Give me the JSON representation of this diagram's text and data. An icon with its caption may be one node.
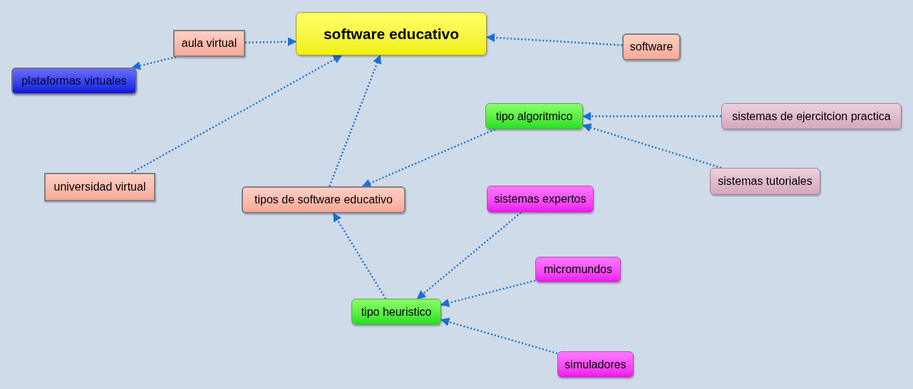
{
  "diagram": {
    "nodes": [
      {
        "text": [
          "software educativo"
        ]
      },
      {
        "text": [
          "aula virtual"
        ]
      },
      {
        "text": [
          "software"
        ]
      },
      {
        "text": [
          "plataformas virtuales"
        ]
      },
      {
        "text": [
          "tipo algoritmico"
        ]
      },
      {
        "text": [
          "sistemas de ejercitcion practica"
        ]
      },
      {
        "text": [
          "universidad virtual"
        ]
      },
      {
        "text": [
          "sistemas tutoriales"
        ]
      },
      {
        "text": [
          "tipos de software educativo"
        ]
      },
      {
        "text": [
          "sistemas expertos"
        ]
      },
      {
        "text": [
          "micromundos"
        ]
      },
      {
        "text": [
          "tipo heuristico"
        ]
      },
      {
        "text": [
          "simuladores"
        ]
      }
    ],
    "edges": [
      {
        "from": 1,
        "to": 0,
        "arrow": "to",
        "style": "dashed"
      },
      {
        "from": 1,
        "to": 3,
        "arrow": "to",
        "style": "dashed"
      },
      {
        "from": 2,
        "to": 0,
        "arrow": "to",
        "style": "dashed"
      },
      {
        "from": 6,
        "to": 0,
        "arrow": "to",
        "style": "dashed"
      },
      {
        "from": 8,
        "to": 0,
        "arrow": "to",
        "style": "dashed"
      },
      {
        "from": 4,
        "to": 8,
        "arrow": "to",
        "style": "dashed"
      },
      {
        "from": 5,
        "to": 4,
        "arrow": "to",
        "style": "dashed"
      },
      {
        "from": 7,
        "to": 4,
        "arrow": "to",
        "style": "dashed"
      },
      {
        "from": 11,
        "to": 8,
        "arrow": "to",
        "style": "dashed"
      },
      {
        "from": 9,
        "to": 11,
        "arrow": "to",
        "style": "dashed"
      },
      {
        "from": 10,
        "to": 11,
        "arrow": "to",
        "style": "dashed"
      },
      {
        "from": 12,
        "to": 11,
        "arrow": "to",
        "style": "dashed"
      }
    ]
  }
}
